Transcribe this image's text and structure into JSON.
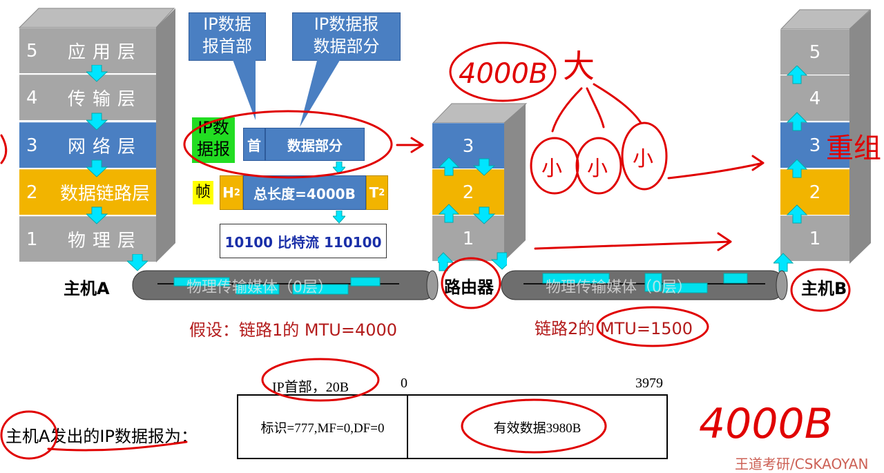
{
  "host_a_stack": [
    {
      "num": "5",
      "name": "应用层"
    },
    {
      "num": "4",
      "name": "传输层"
    },
    {
      "num": "3",
      "name": "网络层"
    },
    {
      "num": "2",
      "name": "数据链路层"
    },
    {
      "num": "1",
      "name": "物理层"
    }
  ],
  "host_a_label": "主机A",
  "host_b_label": "主机B",
  "router_label": "路由器",
  "router_layers": [
    "3",
    "2",
    "1"
  ],
  "host_b_layers": [
    "5",
    "4",
    "3",
    "2",
    "1"
  ],
  "callouts": {
    "header": "IP数据\n报首部",
    "data": "IP数据报\n数据部分"
  },
  "packet": {
    "ip_datagram_label": "IP数\n据报",
    "head": "首",
    "data_part": "数据部分",
    "frame_label": "帧",
    "h2": "H",
    "h2_sub": "2",
    "total_length": "总长度=4000B",
    "t2": "T",
    "t2_sub": "2",
    "bitstream": "10100 比特流 110100"
  },
  "media": {
    "link1": "物理传输媒体（0层）",
    "link2": "物理传输媒体（0层）"
  },
  "assumptions": {
    "link1_mtu": "假设：链路1的 MTU=4000",
    "link2_mtu": "链路2的 MTU=1500"
  },
  "datagram_diagram": {
    "header_label": "IP首部，20B",
    "offset_start": "0",
    "offset_end": "3979",
    "row_label": "主机A发出的IP数据报为：",
    "header_fields": "标识=777,MF=0,DF=0",
    "payload": "有效数据3980B"
  },
  "watermark": "王道考研/CSKAOYAN",
  "handwriting": {
    "size_note": "4000B",
    "big": "大",
    "small": "小",
    "reassemble": "重组",
    "bottom_size": "4000B"
  },
  "colors": {
    "blue": "#4a7fc2",
    "yellow": "#f2b400",
    "gray": "#a6a6a6",
    "cyan": "#00e5ff",
    "annotation_red": "#e00000"
  }
}
